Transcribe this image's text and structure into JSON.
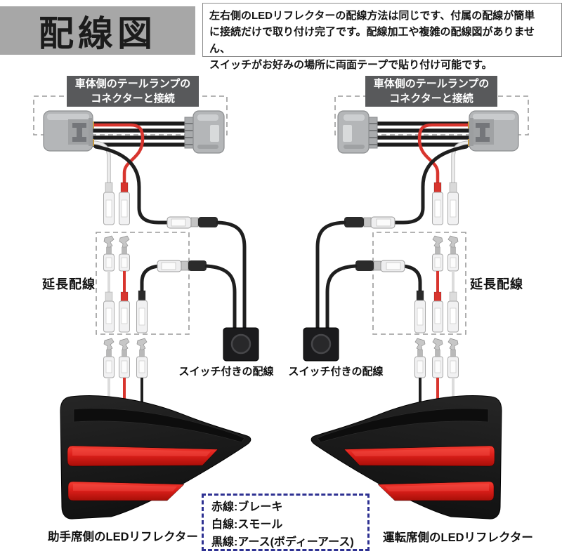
{
  "header": {
    "title": "配線図",
    "description_lines": [
      "左右側のLEDリフレクターの配線方法は同じです、付属の配線が簡単",
      "に接続だけで取り付け完了です。配線加工や複雑の配線図がありません、",
      "スイッチがお好みの場所に両面テープで貼り付け可能です。"
    ]
  },
  "labels": {
    "connector": "車体側のテールランプの\nコネクターと接続",
    "extension": "延長配線",
    "switch": "スイッチ付きの配線",
    "reflector_left": "助手席側のLEDリフレクター",
    "reflector_right": "運転席側のLEDリフレクター"
  },
  "legend": {
    "lines": [
      "赤線:ブレーキ",
      "白線:スモール",
      "黒線:アース(ボディーアース)"
    ]
  },
  "colors": {
    "title_box_bg": "#a7a7a7",
    "connector_label_bg": "#58595b",
    "wire_red": "#d8352e",
    "wire_white": "#dcdcdc",
    "wire_black": "#1f1f1f",
    "reflector_red": "#dc1f1a",
    "reflector_body": "#161616",
    "legend_border": "#2e3192"
  }
}
